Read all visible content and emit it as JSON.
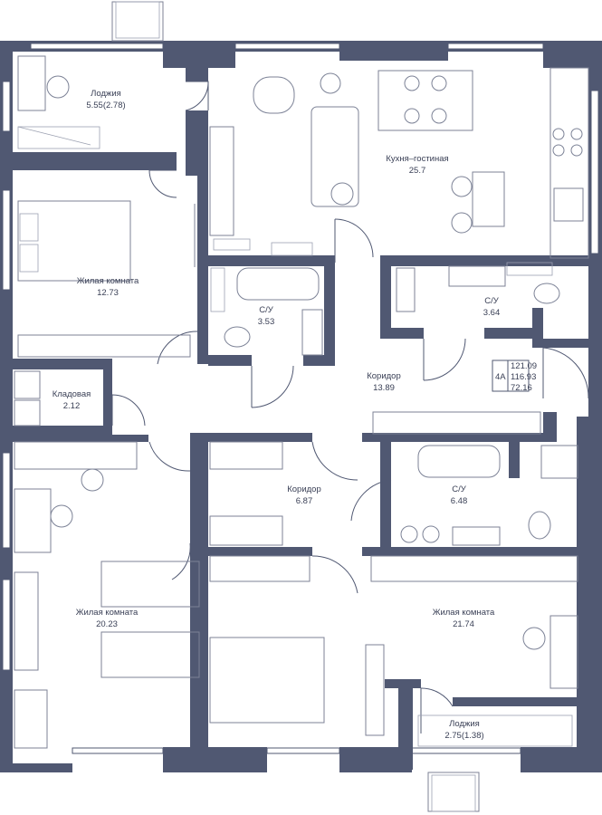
{
  "rooms": {
    "loggia_top": {
      "name": "Лоджия",
      "area": "5.55(2.78)"
    },
    "kitchen": {
      "name": "Кухня–гостиная",
      "area": "25.7"
    },
    "bedroom_1": {
      "name": "Жилая комната",
      "area": "12.73"
    },
    "bath_1": {
      "name": "С/У",
      "area": "3.53"
    },
    "bath_2": {
      "name": "С/У",
      "area": "3.64"
    },
    "storage": {
      "name": "Кладовая",
      "area": "2.12"
    },
    "corridor_main": {
      "name": "Коридор",
      "area": "13.89"
    },
    "corridor_small": {
      "name": "Коридор",
      "area": "6.87"
    },
    "bath_3": {
      "name": "С/У",
      "area": "6.48"
    },
    "bedroom_2": {
      "name": "Жилая комната",
      "area": "20.23"
    },
    "bedroom_3": {
      "name": "Жилая комната",
      "area": "21.74"
    },
    "loggia_bottom": {
      "name": "Лоджия",
      "area": "2.75(1.38)"
    }
  },
  "apartment": {
    "type": "4А",
    "total_area": "121.09",
    "area_2": "116.93",
    "living_area": "72.16"
  },
  "colors": {
    "wall": "#505872",
    "furniture": "#7c8296",
    "text": "#3a4056"
  }
}
